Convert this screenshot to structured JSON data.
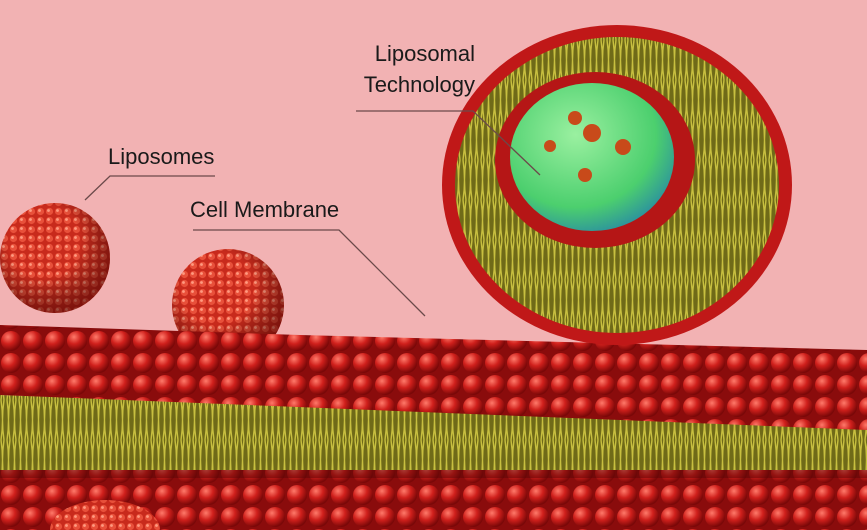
{
  "labels": {
    "liposomal_technology_line1": "Liposomal",
    "liposomal_technology_line2": "Technology",
    "liposomes": "Liposomes",
    "cell_membrane": "Cell Membrane"
  },
  "colors": {
    "background": "#f2b2b3",
    "head_red": "#c41a1a",
    "tail_yellow": "#a8a02a",
    "core_green": "#5fd67a",
    "leader_line": "#6b4a4a"
  }
}
